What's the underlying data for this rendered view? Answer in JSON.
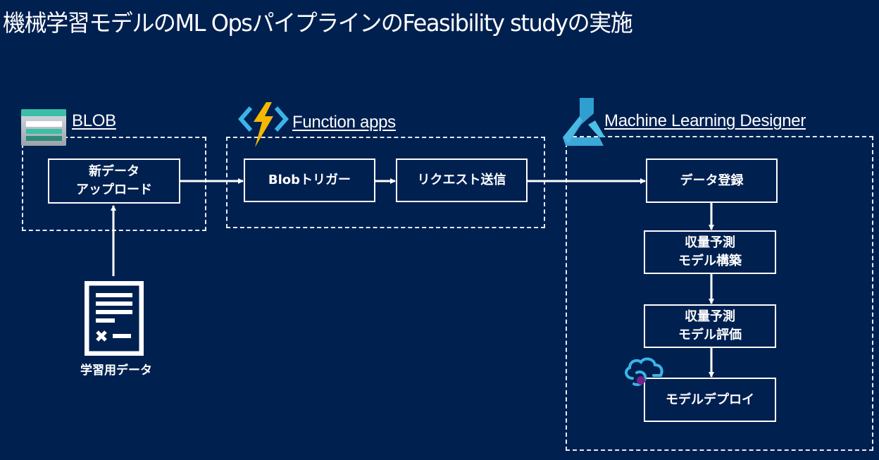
{
  "title": "機械学習モデルのML Opsパイプラインの Feasibility studyの実施",
  "colors": {
    "background": "#002050",
    "foreground": "#ffffff",
    "blob_teal": "#3cbea7",
    "function_yellow": "#f5b800",
    "function_blue": "#3ab4e8",
    "ml_blue": "#3aa8d8",
    "deploy_purple": "#7a1f8a"
  },
  "groups": {
    "blob": {
      "label": "BLOB",
      "icon": "blob-storage-icon",
      "nodes": [
        {
          "id": "upload",
          "label": "新データ\nアップロード"
        }
      ]
    },
    "functions": {
      "label": "Function apps",
      "icon": "function-apps-icon",
      "nodes": [
        {
          "id": "trigger",
          "label": "Blobトリガー"
        },
        {
          "id": "request",
          "label": "リクエスト送信"
        }
      ]
    },
    "ml": {
      "label": "Machine Learning Designer",
      "icon": "machine-learning-icon",
      "nodes": [
        {
          "id": "register",
          "label": "データ登録"
        },
        {
          "id": "build",
          "label": "収量予測\nモデル構築"
        },
        {
          "id": "evaluate",
          "label": "収量予測\nモデル評価"
        },
        {
          "id": "deploy",
          "label": "モデルデプロイ",
          "icon": "cloud-deploy-icon"
        }
      ]
    }
  },
  "training_data": {
    "label": "学習用データ",
    "icon": "document-icon"
  },
  "edges": [
    {
      "from": "training_data",
      "to": "upload"
    },
    {
      "from": "upload",
      "to": "trigger"
    },
    {
      "from": "trigger",
      "to": "request"
    },
    {
      "from": "request",
      "to": "register"
    },
    {
      "from": "register",
      "to": "build"
    },
    {
      "from": "build",
      "to": "evaluate"
    },
    {
      "from": "evaluate",
      "to": "deploy"
    }
  ]
}
